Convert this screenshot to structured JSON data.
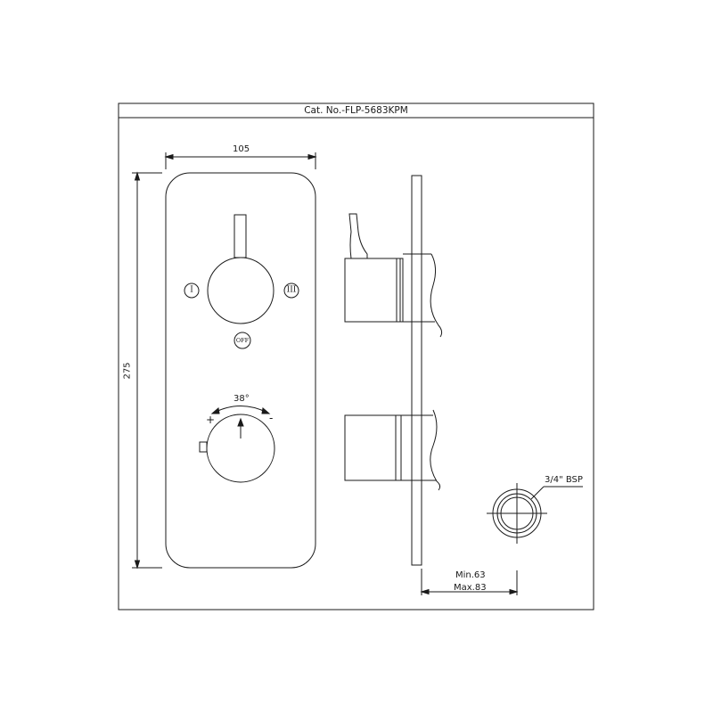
{
  "title": "Cat. No.-FLP-5683KPM",
  "dimensions": {
    "width": "105",
    "height": "275",
    "angle": "38°",
    "plus": "+",
    "minus": "-",
    "connection": "3/4\" BSP",
    "depth_min": "Min.63",
    "depth_max": "Max.83"
  },
  "positions": {
    "left": "I",
    "right": "III",
    "off": "OFF"
  }
}
